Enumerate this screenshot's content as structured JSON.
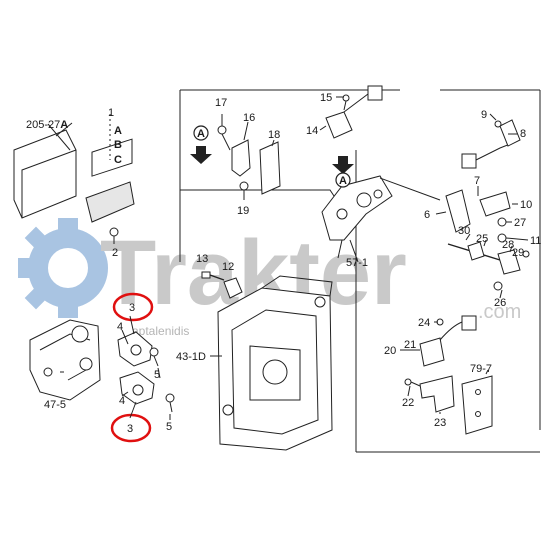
{
  "watermark": {
    "brand": "Trakter",
    "suffix": ".com",
    "sub": "aptalenidis",
    "gear_color": "#a9c4e2",
    "text_color": "#c9c9c9"
  },
  "highlight_color": "#e01010",
  "labels": {
    "l_205_27a": "205-27",
    "l_205_27a_suffix": "A",
    "l_1": "1",
    "l_a": "A",
    "l_b": "B",
    "l_c": "C",
    "l_2": "2",
    "l_3a": "3",
    "l_3b": "3",
    "l_4a": "4",
    "l_4b": "4",
    "l_5a": "5",
    "l_5b": "5",
    "l_47_5": "47-5",
    "l_13": "13",
    "l_12": "12",
    "l_43_1d": "43-1D",
    "l_17": "17",
    "l_16": "16",
    "l_18": "18",
    "l_19": "19",
    "l_15": "15",
    "l_14": "14",
    "l_57_1": "57-1",
    "l_9": "9",
    "l_8": "8",
    "l_7": "7",
    "l_6": "6",
    "l_10": "10",
    "l_27": "27",
    "l_11": "11",
    "l_30": "30",
    "l_25": "25",
    "l_28": "28",
    "l_29": "29",
    "l_26": "26",
    "l_24": "24",
    "l_20": "20",
    "l_21": "21",
    "l_22": "22",
    "l_23": "23",
    "l_79_7": "79-7",
    "arrow_a1": "A",
    "arrow_a2": "A"
  }
}
